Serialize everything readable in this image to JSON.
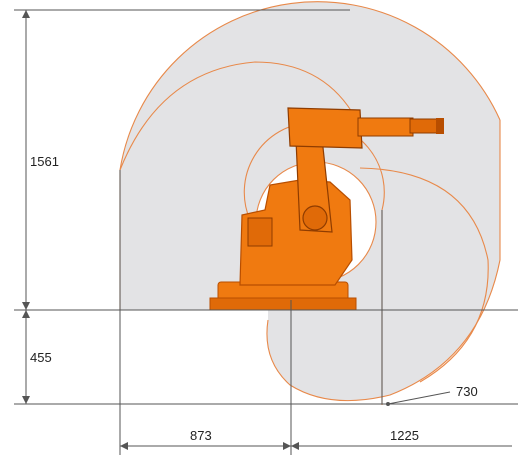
{
  "dimensions": {
    "reach_height_above_base": "1561",
    "base_height": "455",
    "reach_behind_axis": "873",
    "reach_forward_axis": "1225",
    "reach_below_floor": "730"
  },
  "colors": {
    "envelope_fill": "#e3e3e5",
    "envelope_outline": "#e8894a",
    "robot_body": "#f07a10",
    "robot_shadow": "#b84e00",
    "dimension_line": "#555555",
    "text": "#222222"
  }
}
